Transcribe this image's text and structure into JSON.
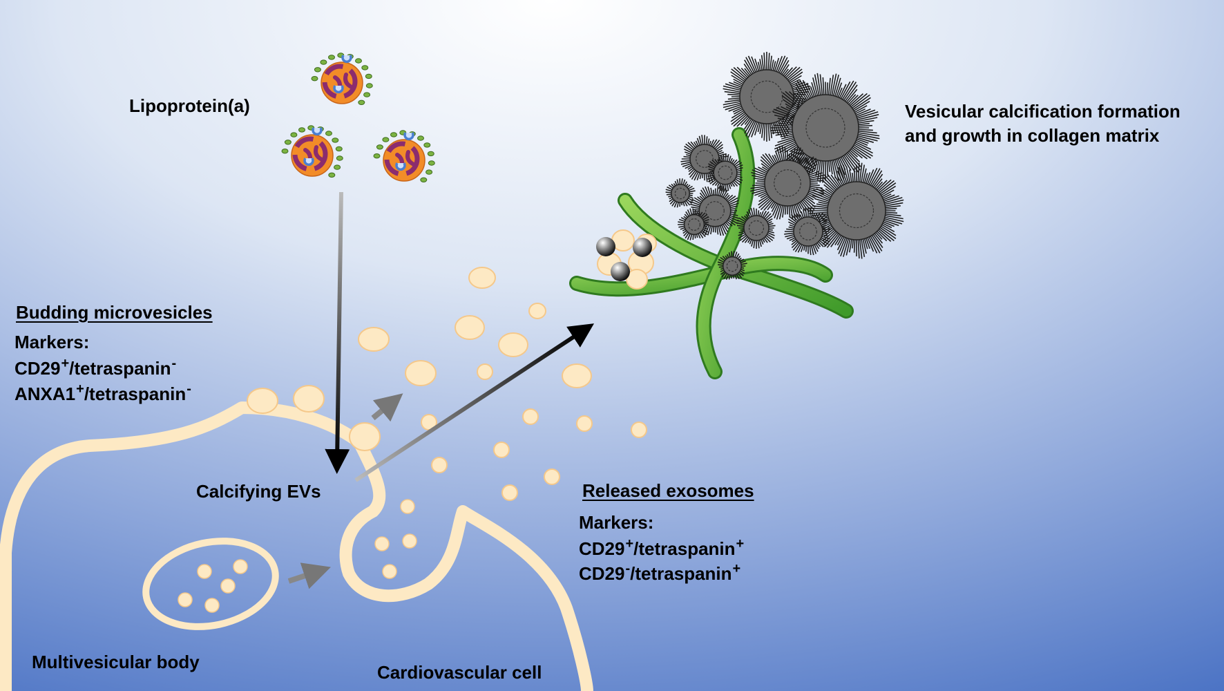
{
  "labels": {
    "lipoprotein": "Lipoprotein(a)",
    "vesicular_line1": "Vesicular calcification formation",
    "vesicular_line2": "and growth in collagen matrix",
    "budding_title": "Budding microvesicles",
    "budding_markers": "Markers:",
    "budding_m1_a": "CD29",
    "budding_m1_a_sup": "+",
    "budding_m1_b": "/tetraspanin",
    "budding_m1_b_sup": "-",
    "budding_m2_a": "ANXA1",
    "budding_m2_a_sup": "+",
    "budding_m2_b": "/tetraspanin",
    "budding_m2_b_sup": "-",
    "calcifying": "Calcifying  EVs",
    "released_title": "Released exosomes",
    "released_markers": "Markers:",
    "released_m1_a": "CD29",
    "released_m1_a_sup": "+",
    "released_m1_b": "/tetraspanin",
    "released_m1_b_sup": "+",
    "released_m2_a": "CD29",
    "released_m2_a_sup": "-",
    "released_m2_b": "/tetraspanin",
    "released_m2_b_sup": "+",
    "multivesicular": "Multivesicular body",
    "cardiovascular": "Cardiovascular cell"
  },
  "colors": {
    "background_light": "#ffffff",
    "background_dark": "#4a72c4",
    "membrane": "#fde9c4",
    "vesicle_fill": "#fde9c4",
    "vesicle_stroke": "#f5c88a",
    "collagen": "#6fbf3f",
    "calcification": "#666666",
    "lipoprotein_core": "#f28c28",
    "lipoprotein_inner": "#8b2c6e",
    "apo_chain": "#7cb342",
    "arrow_dark": "#000000",
    "arrow_grey": "#8a8a8a"
  }
}
